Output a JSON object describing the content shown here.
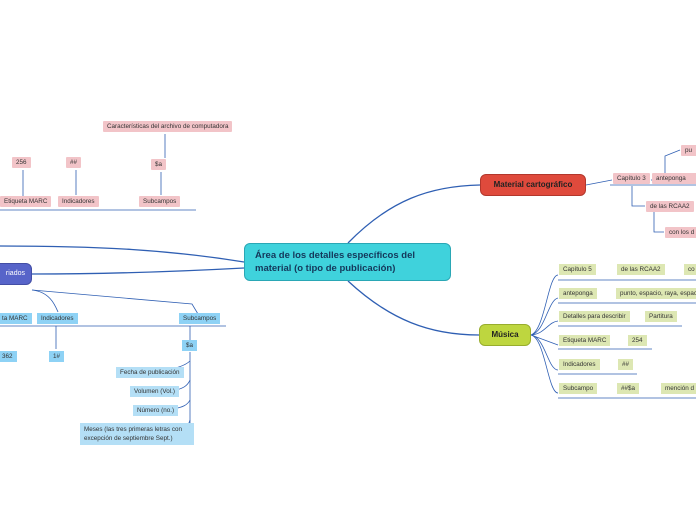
{
  "center": {
    "title": "Área de los detalles específicos del material (o tipo de publicación)"
  },
  "cartografico": {
    "title": "Material cartográfico",
    "items": {
      "capitulo": "Capítulo 3",
      "anteponga": "anteponga",
      "pu": "pu",
      "rcaa2": "de las RCAA2",
      "conlos": "con los d"
    }
  },
  "musica": {
    "title": "Música",
    "rows": {
      "capitulo": "Capítulo 5",
      "rcaa2": "de las RCAA2",
      "co": "co",
      "anteponga": "anteponga",
      "puntuacion": "punto, espacio, raya, espaci",
      "detalles": "Detalles para describir",
      "partitura": "Partitura",
      "etiqueta": "Etiqueta MARC",
      "etiqueta_val": "254",
      "indicadores": "Indicadores",
      "indicadores_val": "##",
      "subcampo": "Subcampo",
      "subcampo_val": "##$a",
      "mencion": "mención d"
    }
  },
  "archivo": {
    "caracteristicas": "Características del archivo de computadora",
    "dollar_a": "$a",
    "subcampos": "Subcampos",
    "indicadores": "Indicadores",
    "indicadores_val": "##",
    "etiqueta": "Etiqueta MARC",
    "etiqueta_val": "256"
  },
  "seriados": {
    "title": "riados",
    "etiqueta": "ta MARC",
    "etiqueta_val": "362",
    "indicadores": "Indicadores",
    "indicadores_val": "1#",
    "subcampos": "Subcampos",
    "dollar_a": "$a",
    "items": {
      "fecha": "Fecha de publicación",
      "volumen": "Volumen (Vol.)",
      "numero": "Número (no.)",
      "meses": "Meses (las tres primeras letras con excepción de septiembre Sept.)"
    }
  },
  "colors": {
    "center": "#3fd2dc",
    "cartografico": "#df4a3c",
    "musica": "#bed63f",
    "seriados": "#5764c9",
    "connector": "#2f5fb3"
  }
}
